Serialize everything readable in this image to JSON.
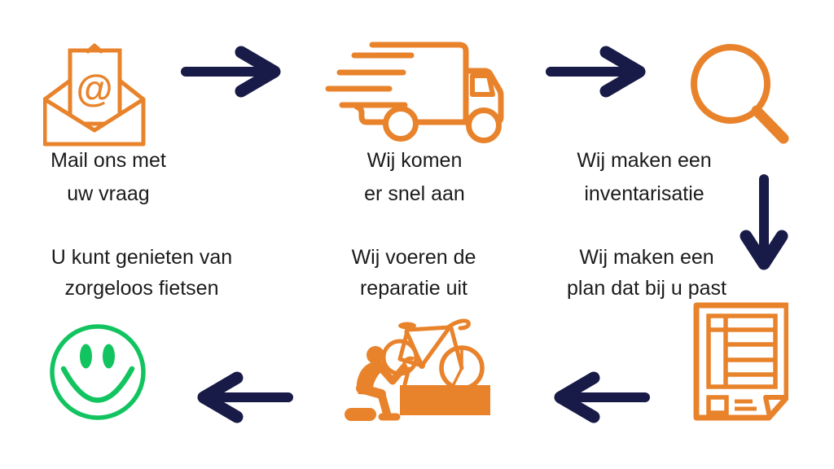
{
  "colors": {
    "orange": "#E8832C",
    "navy": "#181A47",
    "green": "#12C45F",
    "text": "#1B1B1B",
    "background": "#FFFFFF"
  },
  "steps": [
    {
      "id": 1,
      "icon": "email-envelope-icon",
      "line1": "Mail ons met",
      "line2": "uw vraag",
      "at_symbol": "@"
    },
    {
      "id": 2,
      "icon": "delivery-truck-icon",
      "line1": "Wij komen",
      "line2": "er snel aan"
    },
    {
      "id": 3,
      "icon": "magnifying-glass-icon",
      "line1": "Wij maken een",
      "line2": "inventarisatie"
    },
    {
      "id": 4,
      "icon": "plan-document-icon",
      "line1": "Wij maken een",
      "line2": "plan dat bij u past"
    },
    {
      "id": 5,
      "icon": "bike-repair-icon",
      "line1": "Wij voeren de",
      "line2": "reparatie uit"
    },
    {
      "id": 6,
      "icon": "smiley-face-icon",
      "line1": "U kunt genieten van",
      "line2": "zorgeloos fietsen"
    }
  ],
  "arrows": [
    {
      "name": "arrow-step1-to-step2",
      "direction": "right"
    },
    {
      "name": "arrow-step2-to-step3",
      "direction": "right"
    },
    {
      "name": "arrow-step3-to-step4",
      "direction": "down"
    },
    {
      "name": "arrow-step4-to-step5",
      "direction": "left"
    },
    {
      "name": "arrow-step5-to-step6",
      "direction": "left"
    }
  ]
}
